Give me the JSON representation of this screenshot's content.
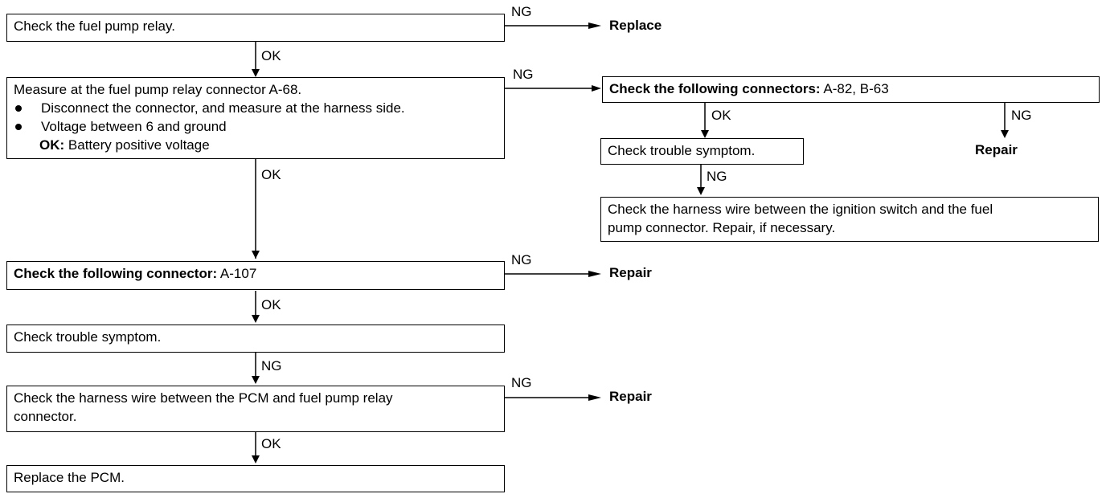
{
  "labels": {
    "ok": "OK",
    "ng": "NG"
  },
  "box1": {
    "text": "Check the fuel pump relay."
  },
  "box2": {
    "line1": "Measure at the fuel pump relay connector A-68.",
    "bullet1": "Disconnect the connector, and measure at the harness side.",
    "bullet2": "Voltage between 6 and ground",
    "ok_label": "OK:",
    "ok_value": "Battery positive voltage"
  },
  "box3": {
    "bold": "Check the following connector:",
    "rest": "A-107"
  },
  "box4": {
    "text": "Check trouble symptom."
  },
  "box5": {
    "line1": "Check the harness wire between the PCM and fuel pump relay",
    "line2": "connector."
  },
  "box6": {
    "text": "Replace the PCM."
  },
  "box_r1": {
    "bold": "Check the following connectors:",
    "rest": "A-82, B-63"
  },
  "box_r2": {
    "text": "Check trouble symptom."
  },
  "box_r3": {
    "line1": "Check the harness wire between the ignition switch and the fuel",
    "line2": "pump connector. Repair, if necessary."
  },
  "results": {
    "replace": "Replace",
    "repair_r1": "Repair",
    "repair_3": "Repair",
    "repair_5": "Repair"
  }
}
